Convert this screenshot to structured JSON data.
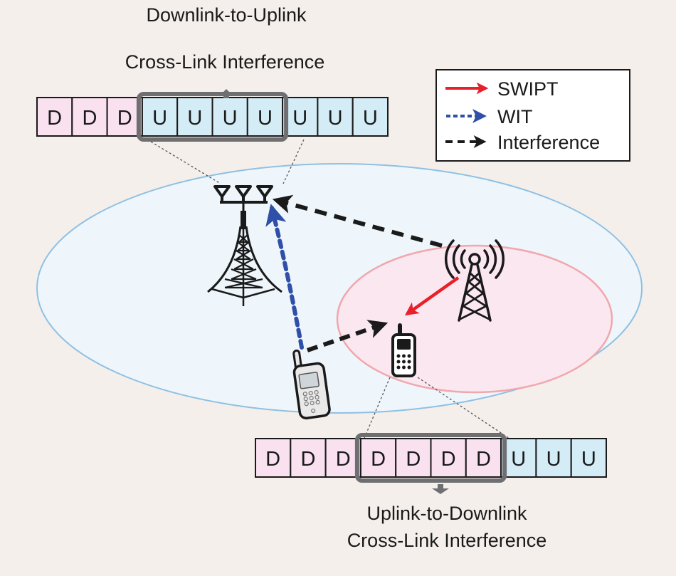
{
  "top_caption": {
    "line1": "Downlink-to-Uplink",
    "line2": "Cross-Link Interference"
  },
  "bottom_caption": {
    "line1": "Uplink-to-Downlink",
    "line2": "Cross-Link Interference"
  },
  "top_frame": {
    "slots": [
      "D",
      "D",
      "D",
      "U",
      "U",
      "U",
      "U",
      "U",
      "U",
      "U"
    ],
    "highlight_range": [
      3,
      6
    ]
  },
  "bottom_frame": {
    "slots": [
      "D",
      "D",
      "D",
      "D",
      "D",
      "D",
      "D",
      "U",
      "U",
      "U"
    ],
    "highlight_range": [
      3,
      6
    ]
  },
  "legend": {
    "items": [
      {
        "label": "SWIPT",
        "style": "solid",
        "color": "#e8202a"
      },
      {
        "label": "WIT",
        "style": "dotted",
        "color": "#2f4fa8"
      },
      {
        "label": "Interference",
        "style": "dashed",
        "color": "#1a1a1a"
      }
    ]
  },
  "colors": {
    "background": "#f4efeb",
    "downlink_slot": "#f9e1ef",
    "uplink_slot": "#d3ecf6",
    "macro_cell_fill": "#eef6fb",
    "macro_cell_stroke": "#8fc0e3",
    "small_cell_fill": "#fbe7f0",
    "small_cell_stroke": "#f0a7ae",
    "highlight_box": "#6f6f72",
    "swipt": "#e8202a",
    "wit": "#2f4fa8",
    "interference": "#1a1a1a"
  },
  "nodes": {
    "macro_bs": "macro-base-station",
    "small_bs": "small-cell-base-station",
    "uplink_ue": "uplink-user-phone",
    "downlink_ue": "downlink-user-phone"
  }
}
